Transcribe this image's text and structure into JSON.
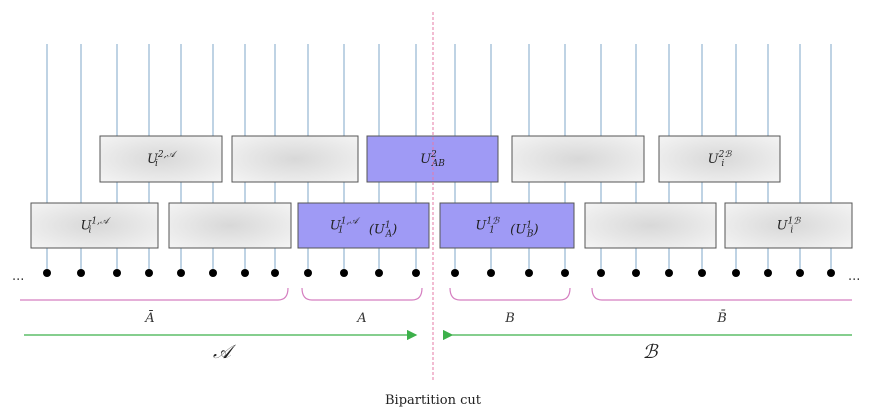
{
  "diagram": {
    "gates": {
      "top": [
        {
          "base": "U",
          "sub": "i",
          "sup": "2,𝒜",
          "highlight": false
        },
        {
          "base": "",
          "sub": "",
          "sup": "",
          "highlight": false
        },
        {
          "base": "U",
          "sub": "AB",
          "sup": "2",
          "highlight": true
        },
        {
          "base": "",
          "sub": "",
          "sup": "",
          "highlight": false
        },
        {
          "base": "U",
          "sub": "i",
          "sup": "2ℬ",
          "highlight": false
        }
      ],
      "bottom": [
        {
          "base": "U",
          "sub": "i",
          "sup": "1,𝒜",
          "highlight": false
        },
        {
          "base": "",
          "sub": "",
          "sup": "",
          "highlight": false
        },
        {
          "base": "U",
          "sub": "1",
          "sup": "1,𝒜",
          "extra_base": "U",
          "extra_sub": "A",
          "extra_sup": "1",
          "highlight": true
        },
        {
          "base": "U",
          "sub": "1",
          "sup": "1ℬ",
          "extra_base": "U",
          "extra_sub": "B",
          "extra_sup": "1",
          "highlight": true
        },
        {
          "base": "",
          "sub": "",
          "sup": "",
          "highlight": false
        },
        {
          "base": "U",
          "sub": "i",
          "sup": "1ℬ",
          "highlight": false
        }
      ]
    },
    "ellipsis_left": "...",
    "ellipsis_right": "...",
    "regions": {
      "a_bar": "Ā",
      "a": "A",
      "b": "B",
      "b_bar": "B̄"
    },
    "subsystems": {
      "left": "𝒜",
      "right": "ℬ"
    },
    "cut_label": "Bipartition cut",
    "colors": {
      "wire": "#7fa7c9",
      "gate_fill": "#ebebeb",
      "gate_border": "#555555",
      "highlight_fill": "#9f9af5",
      "dot": "#000000",
      "brace_pink": "#d57fc0",
      "arrow_green": "#3cb04a",
      "cut_line": "#e57aa6"
    }
  }
}
